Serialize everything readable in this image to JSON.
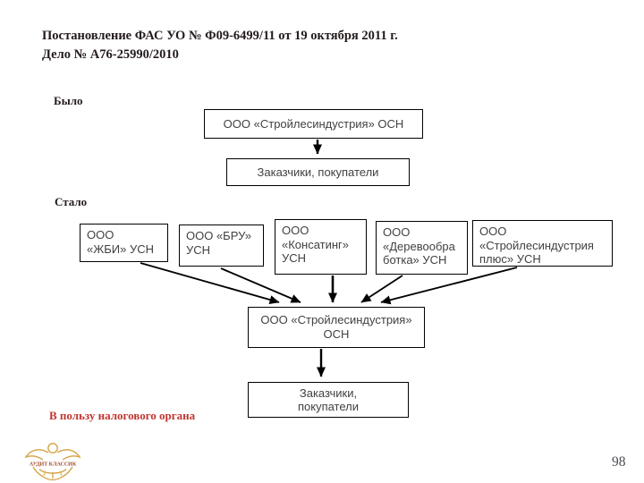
{
  "slide": {
    "title_line1": "Постановление ФАС УО № Ф09-6499/11 от 19 октября 2011 г.",
    "title_line2": "Дело № А76-25990/2010",
    "page_number": "98",
    "logo_text": "АУДИТ КЛАССИК"
  },
  "before_section": {
    "label": "Было",
    "company_box": "ООО «Стройлесиндустрия» ОСН",
    "customers_box": "Заказчики, покупатели"
  },
  "after_section": {
    "label": "Стало",
    "spinoff_boxes": [
      {
        "lines": [
          "ООО",
          "«ЖБИ» УСН"
        ]
      },
      {
        "lines": [
          "ООО «БРУ»",
          "УСН"
        ]
      },
      {
        "lines": [
          "ООО",
          "«Консатинг»",
          "УСН"
        ]
      },
      {
        "lines": [
          "ООО",
          "«Деревообра",
          "ботка» УСН"
        ]
      },
      {
        "lines": [
          "ООО",
          "«Стройлесиндустрия",
          "плюс» УСН"
        ]
      }
    ],
    "company_box_lines": [
      "ООО «Стройлесиндустрия»",
      "ОСН"
    ],
    "customers_box_lines": [
      "Заказчики,",
      "покупатели"
    ]
  },
  "footer": {
    "verdict": "В пользу налогового органа"
  },
  "colors": {
    "title_text": "#241a1b",
    "verdict_red": "#c13530",
    "box_border": "#000000",
    "box_text": "#414141",
    "arrow_black": "#000000",
    "logo_gold": "#d2a040",
    "logo_text_red": "#a34527",
    "page_number_gray": "#4c4c55"
  }
}
